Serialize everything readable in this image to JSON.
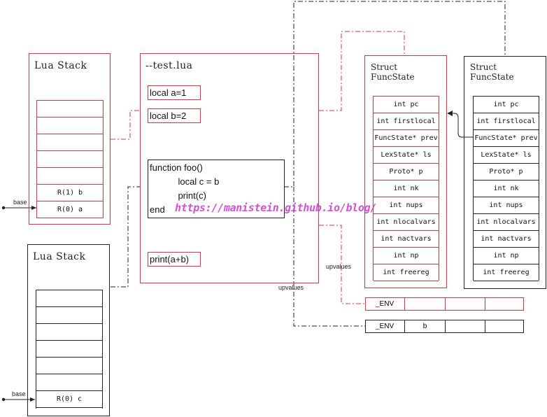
{
  "stack1": {
    "title": "Lua Stack",
    "slots": [
      "",
      "",
      "",
      "",
      "",
      "R(1) b",
      "R(0) a"
    ],
    "base_label": "base"
  },
  "stack2": {
    "title": "Lua Stack",
    "slots": [
      "",
      "",
      "",
      "",
      "",
      "",
      "R(0) c"
    ],
    "base_label": "base"
  },
  "code": {
    "filename": "--test.lua",
    "local_a": "local a=1",
    "local_b": "local b=2",
    "func_lines": [
      "function foo()",
      "    local c = b",
      "    print(c)",
      "end"
    ],
    "print": "print(a+b)"
  },
  "funcstate_left": {
    "title_line1": "Struct",
    "title_line2": "FuncState",
    "fields": [
      "int pc",
      "int firstlocal",
      "FuncState* prev",
      "LexState* ls",
      "Proto* p",
      "int nk",
      "int nups",
      "int nlocalvars",
      "int nactvars",
      "int np",
      "int freereg"
    ]
  },
  "funcstate_right": {
    "title_line1": "Struct",
    "title_line2": "FuncState",
    "fields": [
      "int pc",
      "int firstlocal",
      "FuncState* prev",
      "LexState* ls",
      "Proto* p",
      "int nk",
      "int nups",
      "int nlocalvars",
      "int nactvars",
      "int np",
      "int freereg"
    ]
  },
  "upvalues_top": {
    "label": "upvalues",
    "cells": [
      "_ENV",
      "",
      "",
      ""
    ]
  },
  "upvalues_bottom": {
    "label": "upvalues",
    "cells": [
      "_ENV",
      "b",
      "",
      ""
    ]
  },
  "watermark": "https://manistein.github.io/blog/",
  "colors": {
    "red": "#e0343c",
    "black": "#222222",
    "watermark": "#cc33cc"
  }
}
